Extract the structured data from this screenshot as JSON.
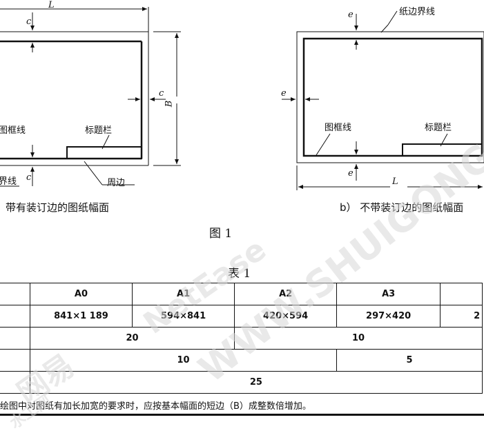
{
  "diagram_a": {
    "label_L": "L",
    "label_c_top": "c",
    "label_c_right": "c",
    "label_B": "B",
    "label_c_bottom": "c",
    "frame_line": "图框线",
    "title_block": "标题栏",
    "border_line": "界线",
    "perimeter": "周边",
    "caption": "带有装订边的图纸幅面"
  },
  "diagram_b": {
    "label_e_top": "e",
    "label_e_left": "e",
    "label_e_bottom": "e",
    "label_L": "L",
    "paper_border": "纸边界线",
    "frame_line": "图框线",
    "title_block": "标题栏",
    "caption": "b） 不带装订边的图纸幅面"
  },
  "figure_caption": "图  1",
  "table_caption": "表 1",
  "table": {
    "headers": [
      "A0",
      "A1",
      "A2",
      "A3"
    ],
    "sizes": [
      "841×1 189",
      "594×841",
      "420×594",
      "297×420"
    ],
    "row3_a": "20",
    "row3_b": "10",
    "row4_a": "10",
    "row4_b": "5",
    "row5": "25",
    "partial_last": "2"
  },
  "note": "绘图中对图纸有加长加宽的要求时，应按基本幅面的短边（B）成整数倍增加。",
  "watermarks": [
    "NetEase",
    "WWW.SHUIGONG",
    "网易",
    "水工网"
  ]
}
